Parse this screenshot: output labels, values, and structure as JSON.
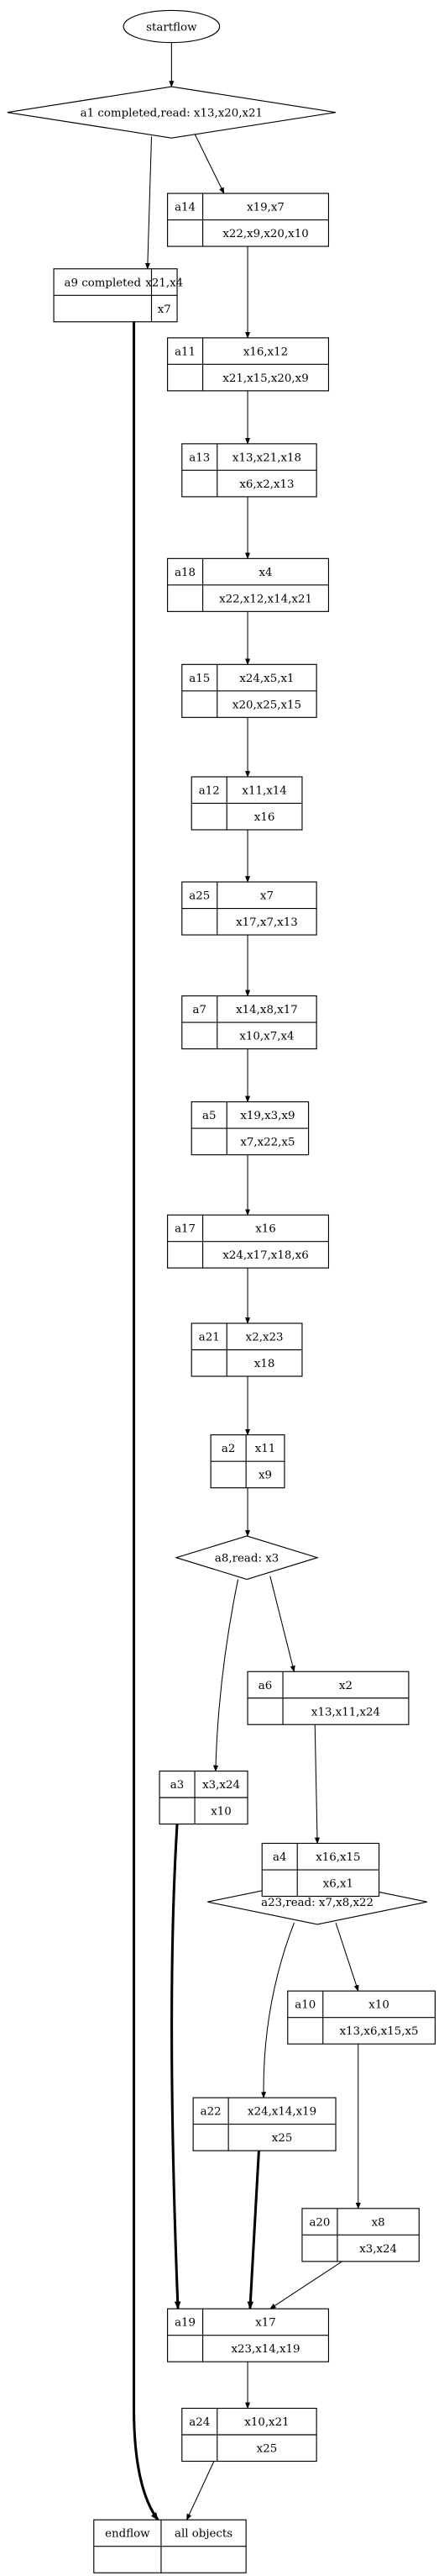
{
  "start": "startflow",
  "decisions": {
    "d1": "a1 completed,read: x13,x20,x21",
    "d8": "a8,read: x3",
    "d23": "a23,read: x7,x8,x22"
  },
  "nodes": {
    "a14": {
      "name": "a14",
      "top": "x19,x7",
      "bottom": "x22,x9,x20,x10"
    },
    "a9": {
      "name": "a9 completed",
      "top": "x21,x4",
      "bottom": "x7"
    },
    "a11": {
      "name": "a11",
      "top": "x16,x12",
      "bottom": "x21,x15,x20,x9"
    },
    "a13": {
      "name": "a13",
      "top": "x13,x21,x18",
      "bottom": "x6,x2,x13"
    },
    "a18": {
      "name": "a18",
      "top": "x4",
      "bottom": "x22,x12,x14,x21"
    },
    "a15": {
      "name": "a15",
      "top": "x24,x5,x1",
      "bottom": "x20,x25,x15"
    },
    "a12": {
      "name": "a12",
      "top": "x11,x14",
      "bottom": "x16"
    },
    "a25": {
      "name": "a25",
      "top": "x7",
      "bottom": "x17,x7,x13"
    },
    "a7": {
      "name": "a7",
      "top": "x14,x8,x17",
      "bottom": "x10,x7,x4"
    },
    "a5": {
      "name": "a5",
      "top": "x19,x3,x9",
      "bottom": "x7,x22,x5"
    },
    "a17": {
      "name": "a17",
      "top": "x16",
      "bottom": "x24,x17,x18,x6"
    },
    "a21": {
      "name": "a21",
      "top": "x2,x23",
      "bottom": "x18"
    },
    "a2": {
      "name": "a2",
      "top": "x11",
      "bottom": "x9"
    },
    "a6": {
      "name": "a6",
      "top": "x2",
      "bottom": "x13,x11,x24"
    },
    "a3": {
      "name": "a3",
      "top": "x3,x24",
      "bottom": "x10"
    },
    "a4": {
      "name": "a4",
      "top": "x16,x15",
      "bottom": "x6,x1"
    },
    "a10": {
      "name": "a10",
      "top": "x10",
      "bottom": "x13,x6,x15,x5"
    },
    "a22": {
      "name": "a22",
      "top": "x24,x14,x19",
      "bottom": "x25"
    },
    "a20": {
      "name": "a20",
      "top": "x8",
      "bottom": "x3,x24"
    },
    "a19": {
      "name": "a19",
      "top": "x17",
      "bottom": "x23,x14,x19"
    },
    "a24": {
      "name": "a24",
      "top": "x10,x21",
      "bottom": "x25"
    },
    "end": {
      "name": "endflow",
      "top": "all objects",
      "bottom": ""
    }
  }
}
